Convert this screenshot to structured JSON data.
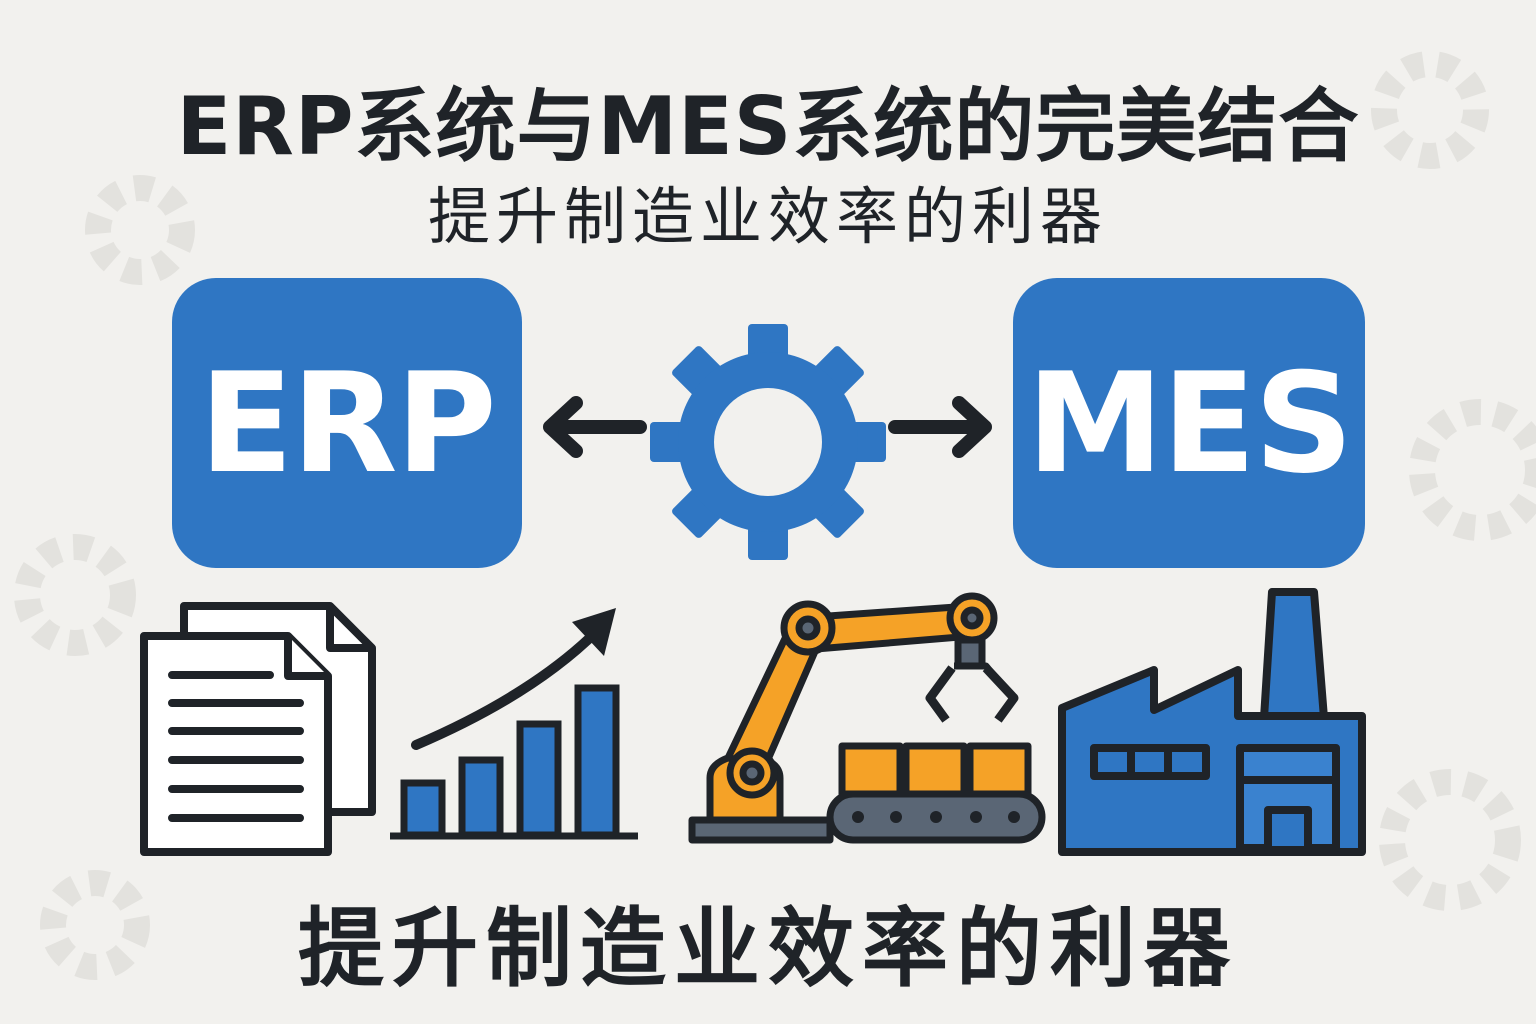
{
  "title": "ERP系统与MES系统的完美结合",
  "subtitle": "提升制造业效率的利器",
  "left_box": {
    "label": "ERP"
  },
  "right_box": {
    "label": "MES"
  },
  "center_icon": "gear-icon",
  "icons": [
    "documents-icon",
    "growth-chart-icon",
    "robot-arm-conveyor-icon",
    "factory-icon"
  ],
  "footer": "提升制造业效率的利器",
  "colors": {
    "background": "#f2f1ee",
    "accent_blue": "#2f76c3",
    "accent_orange": "#f5a227",
    "text": "#1f2328"
  }
}
